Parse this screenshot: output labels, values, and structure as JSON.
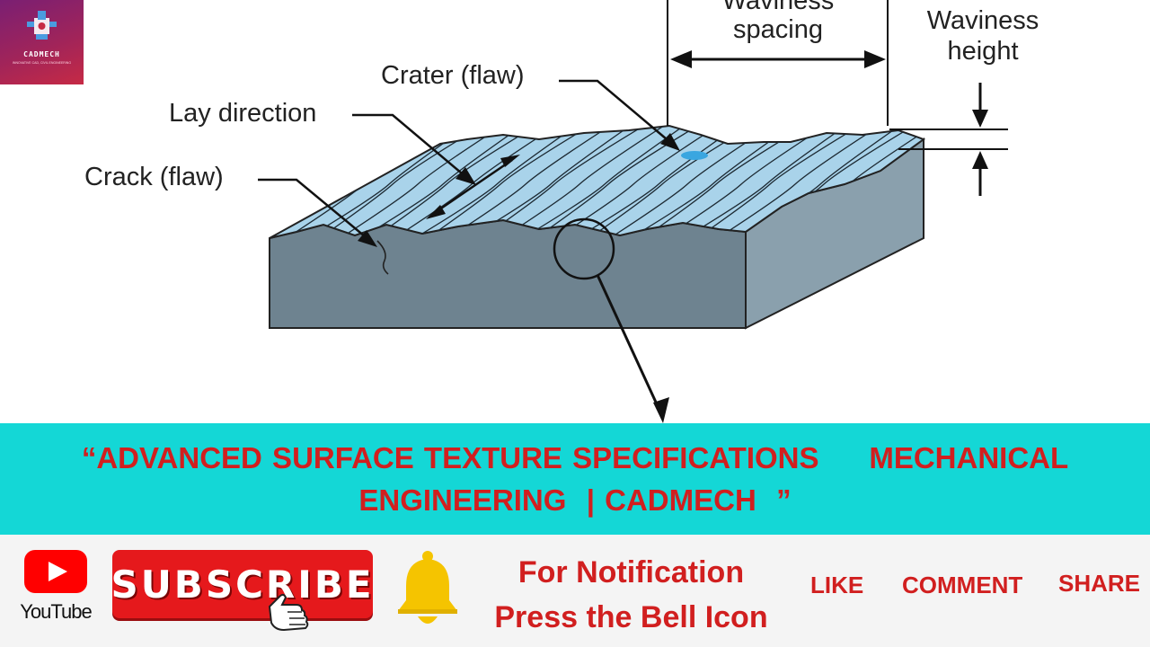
{
  "logo": {
    "name": "CADMECH",
    "tagline": "INNOVATIVE CAD, CIVIL ENGINEERING"
  },
  "diagram": {
    "labels": {
      "waviness_spacing_1": "Waviness",
      "waviness_spacing_2": "spacing",
      "waviness_height_1": "Waviness",
      "waviness_height_2": "height",
      "crater": "Crater (flaw)",
      "lay": "Lay direction",
      "crack": "Crack (flaw)"
    }
  },
  "banner": {
    "line1": "“ADVANCED SURFACE TEXTURE SPECIFICATIONS     MECHANICAL",
    "line2": "ENGINEERING  | CADMECH  ”"
  },
  "bottom": {
    "youtube_label": "YouTube",
    "subscribe_label": "SUBSCRIBE",
    "notify_line1": "For Notification",
    "notify_line2": "Press the Bell Icon",
    "like": "LIKE",
    "comment": "COMMENT",
    "share": "SHARE"
  },
  "colors": {
    "banner_bg": "#14d7d6",
    "banner_text": "#d11f1f",
    "subscribe_bg": "#e5191c",
    "bell": "#f5c400",
    "surface_top": "#a9d3ea",
    "block_front": "#6e8390",
    "block_side": "#8aa0ad"
  }
}
